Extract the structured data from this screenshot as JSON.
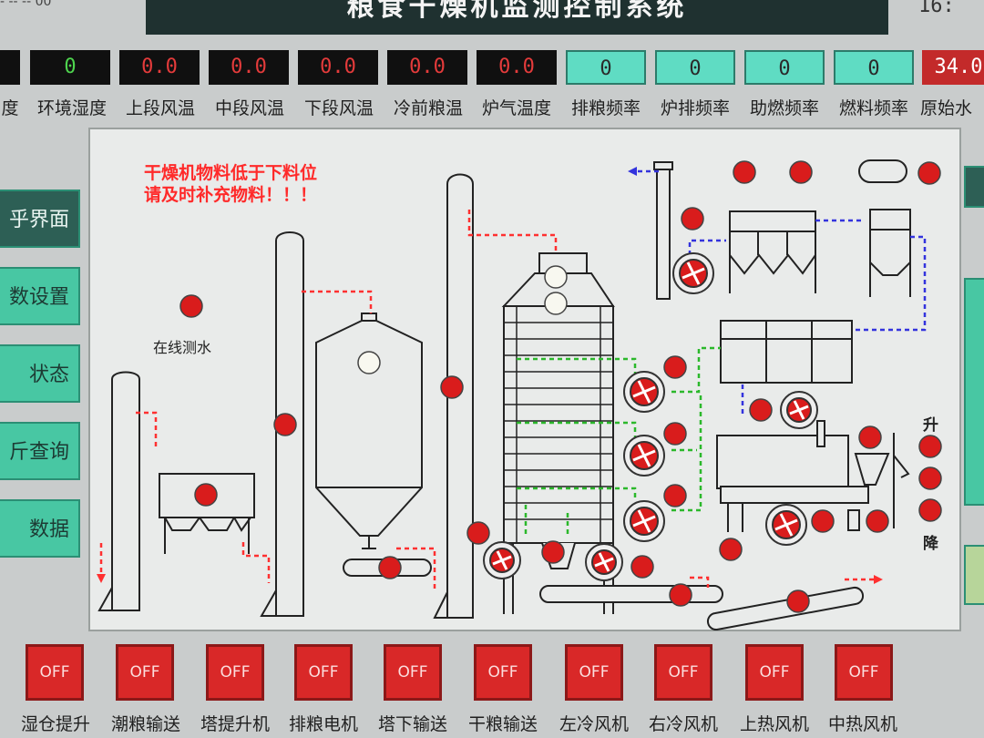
{
  "header": {
    "title": "粮食干燥机监测控制系统",
    "clock": "16:",
    "left_stub": "- -- -- 00"
  },
  "gauges": [
    {
      "value": "",
      "label": "度"
    },
    {
      "value": "0",
      "label": "环境湿度"
    },
    {
      "value": "0.0",
      "label": "上段风温"
    },
    {
      "value": "0.0",
      "label": "中段风温"
    },
    {
      "value": "0.0",
      "label": "下段风温"
    },
    {
      "value": "0.0",
      "label": "冷前粮温"
    },
    {
      "value": "0.0",
      "label": "炉气温度"
    },
    {
      "value": "0",
      "label": "排粮频率"
    },
    {
      "value": "0",
      "label": "炉排频率"
    },
    {
      "value": "0",
      "label": "助燃频率"
    },
    {
      "value": "0",
      "label": "燃料频率"
    },
    {
      "value": "34.0",
      "label": "原始水"
    }
  ],
  "nav": [
    {
      "label": "乎界面"
    },
    {
      "label": "数设置"
    },
    {
      "label": "状态"
    },
    {
      "label": "斤查询"
    },
    {
      "label": "数据"
    }
  ],
  "alarm": {
    "line1": "干燥机物料低于下料位",
    "line2": "请及时补充物料！！！"
  },
  "sensors": {
    "online_moisture": "在线测水"
  },
  "lift": {
    "up": "升",
    "down": "降"
  },
  "controls": [
    {
      "state": "OFF",
      "label": "湿仓提升"
    },
    {
      "state": "OFF",
      "label": "潮粮输送"
    },
    {
      "state": "OFF",
      "label": "塔提升机"
    },
    {
      "state": "OFF",
      "label": "排粮电机"
    },
    {
      "state": "OFF",
      "label": "塔下输送"
    },
    {
      "state": "OFF",
      "label": "干粮输送"
    },
    {
      "state": "OFF",
      "label": "左冷风机"
    },
    {
      "state": "OFF",
      "label": "右冷风机"
    },
    {
      "state": "OFF",
      "label": "上热风机"
    },
    {
      "state": "OFF",
      "label": "中热风机"
    }
  ],
  "colors": {
    "alarm_red": "#ff2a2a",
    "indicator_red": "#d91c1c",
    "indicator_white": "#f8f8f0",
    "duct_red_dashed": "#ff3030",
    "duct_green_dashed": "#2bb82b",
    "duct_blue_dashed": "#3333dd",
    "gauge_teal": "#5fdcc3",
    "nav_green": "#48c7a3"
  }
}
